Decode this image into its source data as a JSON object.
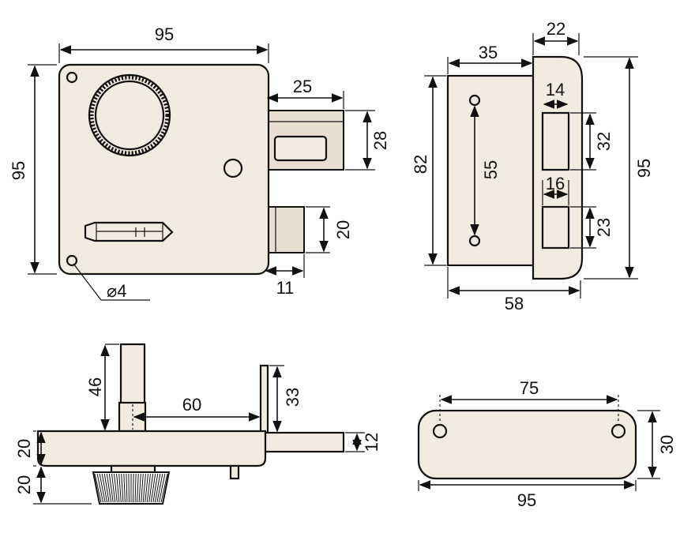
{
  "front_view": {
    "width": "95",
    "height": "95",
    "bolt_projection": "25",
    "bolt_height": "28",
    "latch_height": "20",
    "latch_projection": "11",
    "hole": "⌀4"
  },
  "side_view": {
    "case_depth": "35",
    "faceplate_depth": "22",
    "case_height": "82",
    "faceplate_height": "95",
    "hole_spacing": "55",
    "bolt_slot_width": "14",
    "bolt_slot_height": "32",
    "latch_slot_width": "16",
    "latch_slot_height": "23",
    "overall_depth": "58"
  },
  "bottom_view": {
    "cylinder_length": "46",
    "cylinder_offset": "60",
    "plate_height": "33",
    "body_thickness": "20",
    "knob_height": "20",
    "bolt_thickness": "12"
  },
  "strike_plate": {
    "hole_spacing": "75",
    "width": "95",
    "height": "30"
  }
}
